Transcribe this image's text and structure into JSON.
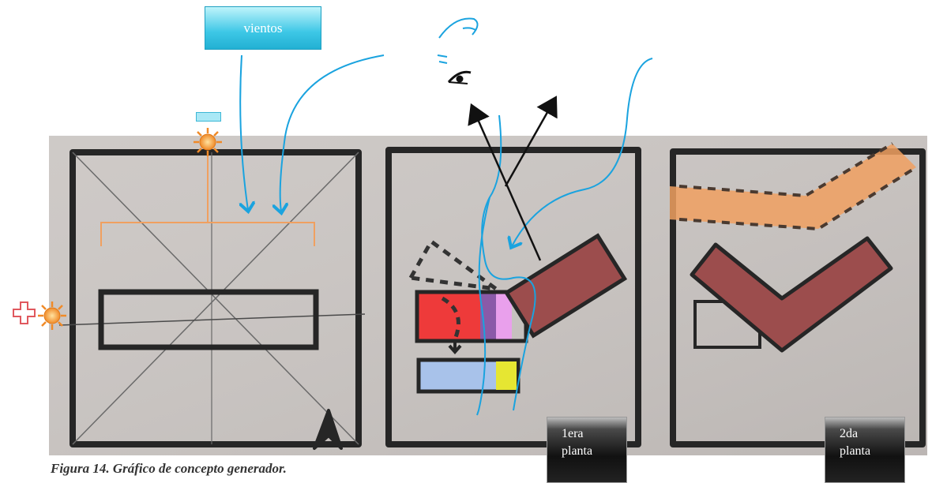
{
  "winds_label": "vientos",
  "floors": [
    {
      "line1": "1era",
      "line2": "planta"
    },
    {
      "line1": "2da",
      "line2": "planta"
    }
  ],
  "caption": "Figura 14. Gráfico de concepto generador.",
  "colors": {
    "paper": "#c9c4c1",
    "marker": "#262626",
    "wind": "#1aa3df",
    "orange": "#f0a060",
    "maroon": "#9c4d4d",
    "red": "#ee3a3a",
    "purple": "#8a5aa8",
    "pink": "#e9a0ec",
    "blue": "#a8c2ea",
    "yellow": "#e6e632"
  },
  "icons": [
    "sun-icon",
    "plus-icon",
    "minus-icon",
    "eye-icon",
    "face-icon"
  ]
}
